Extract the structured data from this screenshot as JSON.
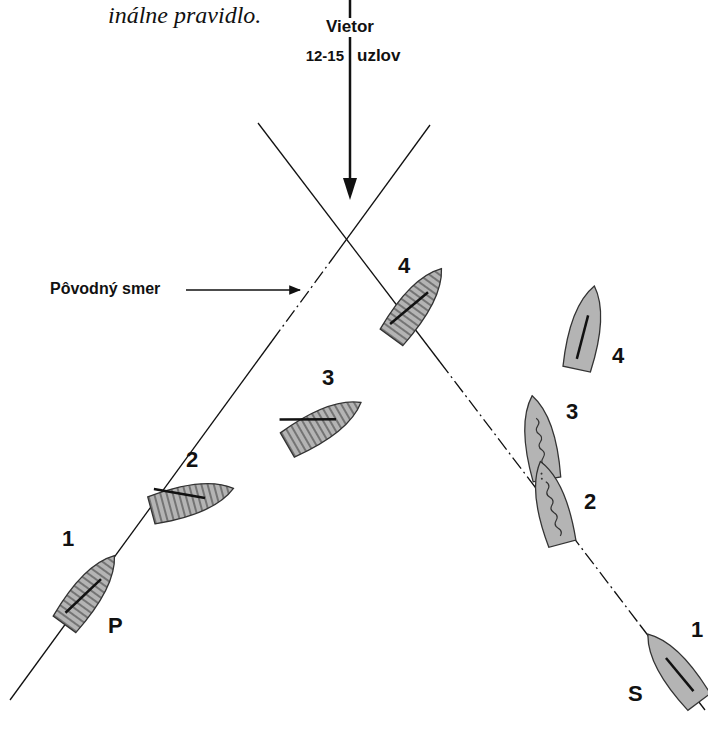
{
  "diagram": {
    "labels": [
      "inálne pravidlo.",
      "Vietor",
      "12-15",
      "uzlov",
      "Pôvodný smer",
      "1",
      "2",
      "3",
      "4",
      "P",
      "4",
      "3",
      "2",
      "1",
      "S"
    ]
  }
}
